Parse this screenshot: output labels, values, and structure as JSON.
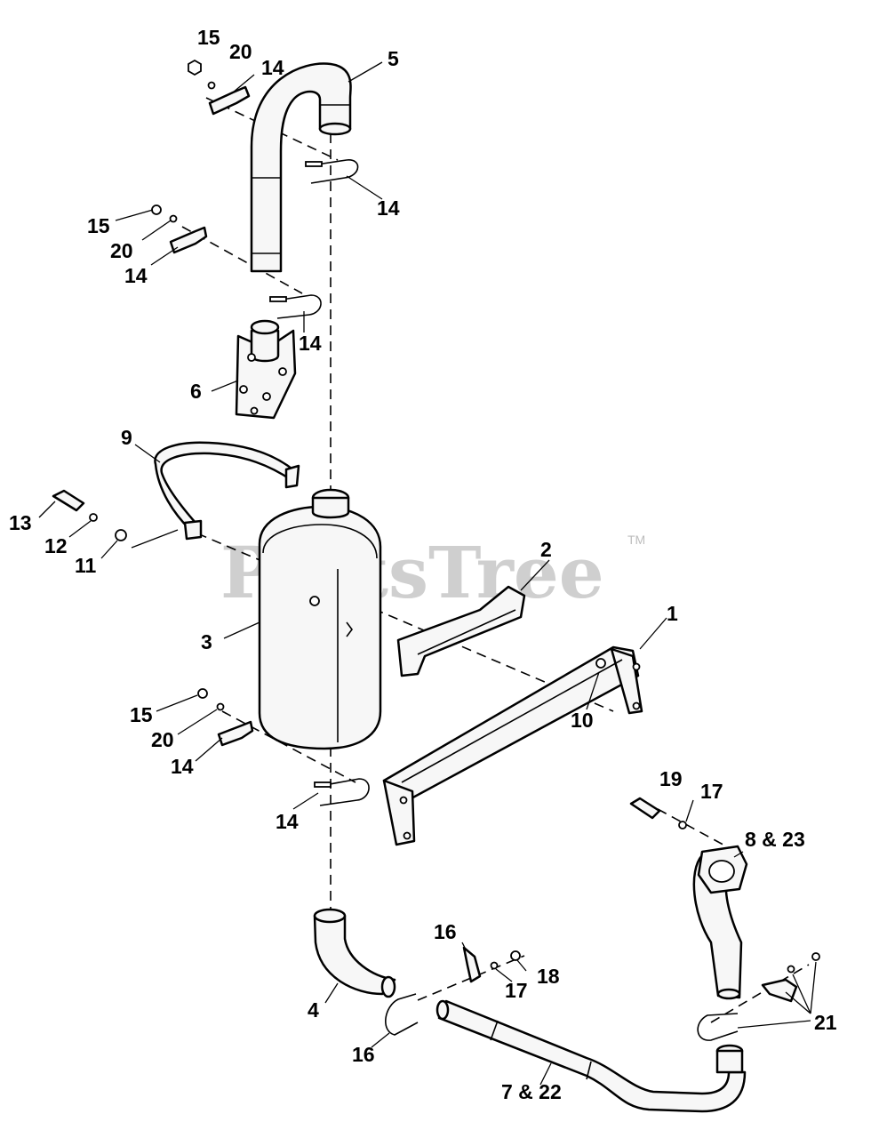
{
  "diagram": {
    "watermark": "PartsTree",
    "trademark": "TM",
    "labels": {
      "c1": "1",
      "c2": "2",
      "c3": "3",
      "c4": "4",
      "c5": "5",
      "c6": "6",
      "c7_22": "7 & 22",
      "c8_23": "8 & 23",
      "c9": "9",
      "c10": "10",
      "c11": "11",
      "c12": "12",
      "c13": "13",
      "c14a": "14",
      "c14b": "14",
      "c14c": "14",
      "c14d": "14",
      "c14e": "14",
      "c14f": "14",
      "c15a": "15",
      "c15b": "15",
      "c15c": "15",
      "c16a": "16",
      "c16b": "16",
      "c17a": "17",
      "c17b": "17",
      "c18": "18",
      "c19": "19",
      "c20a": "20",
      "c20b": "20",
      "c20c": "20",
      "c21": "21"
    }
  }
}
